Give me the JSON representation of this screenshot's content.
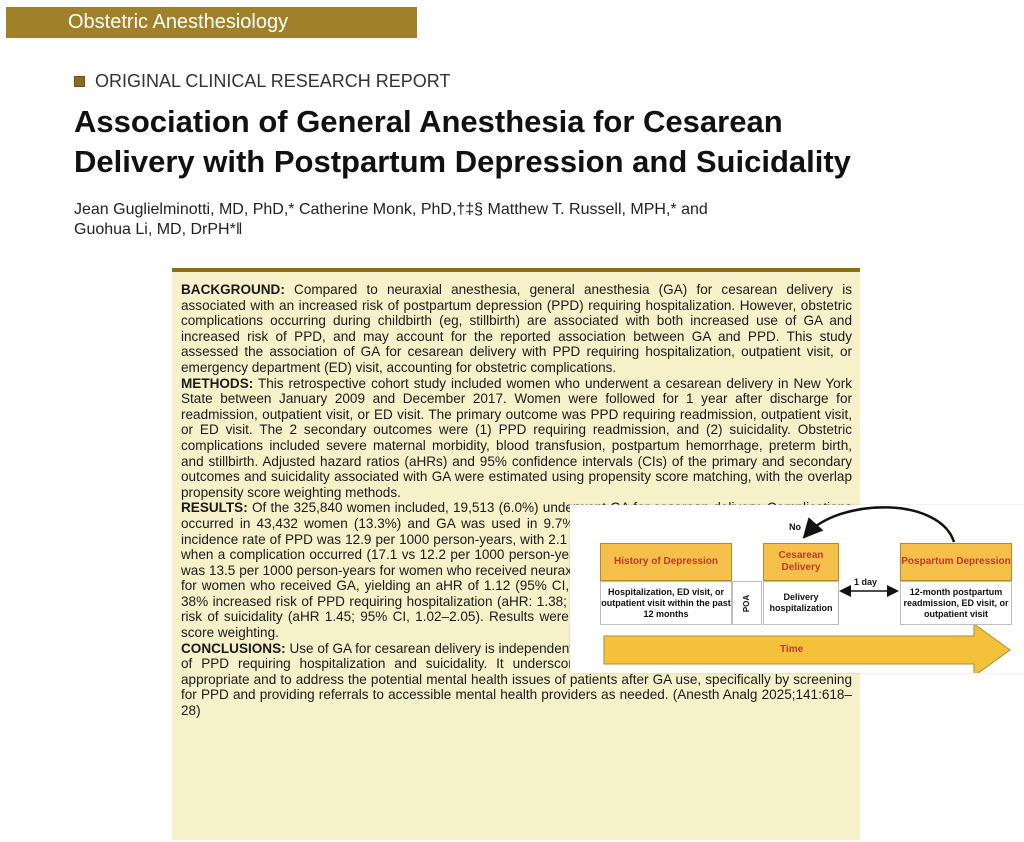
{
  "banner": {
    "label": "Obstetric Anesthesiology"
  },
  "report_type": "ORIGINAL CLINICAL RESEARCH REPORT",
  "title_line1": "Association of General Anesthesia for Cesarean",
  "title_line2": "Delivery with Postpartum Depression and Suicidality",
  "authors_line1": "Jean Guglielminotti, MD, PhD,* Catherine Monk, PhD,†‡§ Matthew T. Russell, MPH,* and",
  "authors_line2": "Guohua Li, MD, DrPH*‖",
  "abstract": {
    "background_head": "BACKGROUND:",
    "background_text": " Compared to neuraxial anesthesia, general anesthesia (GA) for cesarean delivery is associated with an increased risk of postpartum depression (PPD) requiring hospitalization. However, obstetric complications occurring during childbirth (eg, stillbirth) are associated with both increased use of GA and increased risk of PPD, and may account for the reported association between GA and PPD. This study assessed the association of GA for cesarean delivery with PPD requiring hospitalization, outpatient visit, or emergency department (ED) visit, accounting for obstetric complications.",
    "methods_head": "METHODS:",
    "methods_text": " This retrospective cohort study included women who underwent a cesarean delivery in New York State between January 2009 and December 2017. Women were followed for 1 year after discharge for readmission, outpatient visit, or ED visit. The primary outcome was PPD requiring readmission, outpatient visit, or ED visit. The 2 secondary outcomes were (1) PPD requiring readmission, and (2) suicidality. Obstetric complications included severe maternal morbidity, blood transfusion, postpartum hemorrhage, preterm birth, and stillbirth. Adjusted hazard ratios (aHRs) and 95% confidence intervals (CIs) of the primary and secondary outcomes and suicidality associated with GA were estimated using propensity score matching, with the overlap propensity score weighting methods.",
    "results_head": "RESULTS:",
    "results_text": " Of the 325,840 women included, 19,513 (6.0%) underwent GA for cesarean delivery. Complications occurred in 43,432 women (13.3%) and GA was used in 9.7% of these deliveries (95% CI, 9.4–10.0). The incidence rate of PPD was 12.9 per 1000 person-years, with 2.1 requiring hospital readmission, and was higher when a complication occurred (17.1 vs 12.2 per 1000 person-years). After matching, the incidence rate of PPD was 13.5 per 1000 person-years for women who received neuraxial anesthesia and 15.2 per 1000 person-years for women who received GA, yielding an aHR of 1.12 (95% CI, 0.97–1.30). Use of GA was associated with a 38% increased risk of PPD requiring hospitalization (aHR: 1.38; 95% CI, 1.07–1.77) and with a 45% increased risk of suicidality (aHR 1.45; 95% CI, 1.02–2.05). Results were consistent when using the overlap propensity score weighting.",
    "conclusions_head": "CONCLUSIONS:",
    "conclusions_text": " Use of GA for cesarean delivery is independently associated with a significantly increased risk of PPD requiring hospitalization and suicidality. It underscores the need to avoid using GA whenever appropriate and to address the potential mental health issues of patients after GA use, specifically by screening for PPD and providing referrals to accessible mental health providers as needed.  (Anesth Analg 2025;141:618–28)"
  },
  "diagram": {
    "box_history": "History of Depression",
    "box_cesarean": "Cesarean Delivery",
    "box_postpartum": "Pospartum Depression",
    "sub_history": "Hospitalization, ED visit, or outpatient visit within the past 12 months",
    "poa": "POA",
    "sub_cesarean": "Delivery hospitalization",
    "sub_postpartum": "12-month postpartum readmission, ED visit, or outpatient visit",
    "no_label": "No",
    "one_day": "1 day",
    "time": "Time",
    "colors": {
      "box_fill": "#f5c04a",
      "box_text": "#c0392b",
      "arrow_fill": "#f3c13a"
    }
  },
  "colors": {
    "banner": "#a0812a",
    "abstract_bg": "#f7f1c9",
    "abstract_rule": "#8d6c1e"
  }
}
